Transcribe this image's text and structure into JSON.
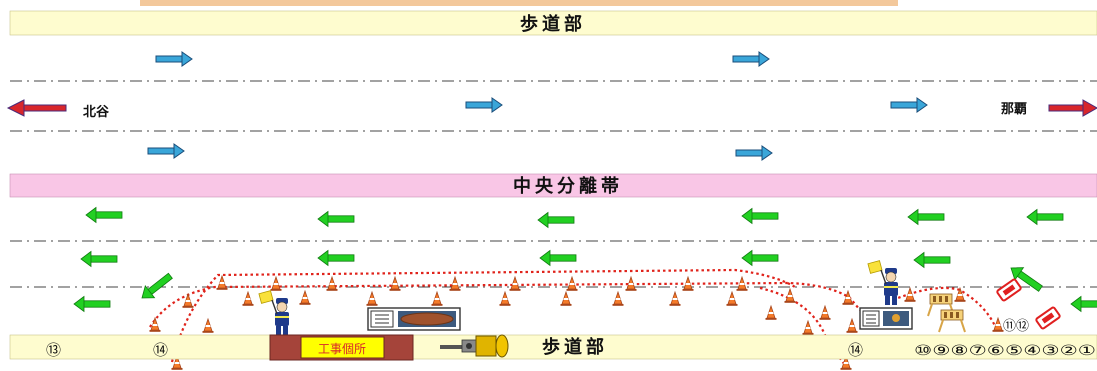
{
  "labels": {
    "sidewalk_top": "歩道部",
    "sidewalk_bottom": "歩道部",
    "median": "中央分離帯",
    "direction_left": "北谷",
    "direction_right": "那覇",
    "work_site": "工事個所"
  },
  "markers": {
    "m13": "⑬",
    "m14_left": "⑭",
    "m14_right": "⑭",
    "m11_12": "⑪⑫",
    "sequence": "⑩⑨⑧⑦⑥⑤④③②①"
  },
  "colors": {
    "sidewalk": "#fefccf",
    "median": "#f9c6e6",
    "arrow_blue": "#3aa6d9",
    "arrow_green": "#1ed31e",
    "arrow_red": "#d8262b",
    "taper": "#e0231b",
    "work_box": "#a5443a",
    "work_label_bg": "#ffff00",
    "top_strip": "#f3c89b"
  },
  "icons": {
    "cone": "traffic-cone-icon",
    "flagger": "flagger-worker-icon",
    "truck": "dump-truck-icon",
    "roller": "road-roller-icon",
    "barricade": "barricade-icon",
    "sign": "warning-sign-icon"
  }
}
